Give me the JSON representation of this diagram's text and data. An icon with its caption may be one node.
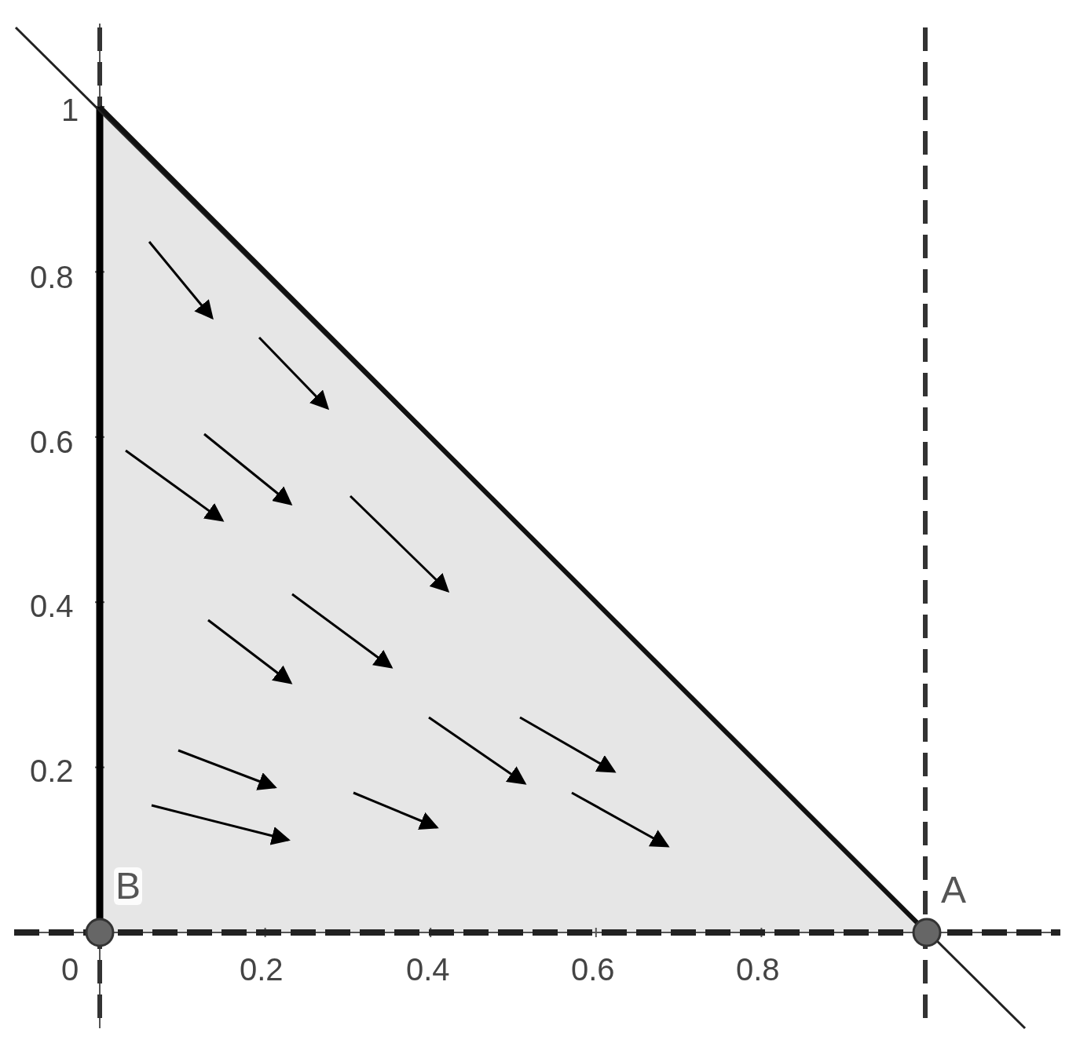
{
  "diagram": {
    "nodes": [
      {
        "text": [
          "B"
        ]
      },
      {
        "text": [
          "A"
        ]
      }
    ],
    "labels": [
      "1",
      "0.8",
      "0.6",
      "0.4",
      "0.2",
      "0",
      "0.2",
      "0.4",
      "0.6",
      "0.8"
    ]
  }
}
